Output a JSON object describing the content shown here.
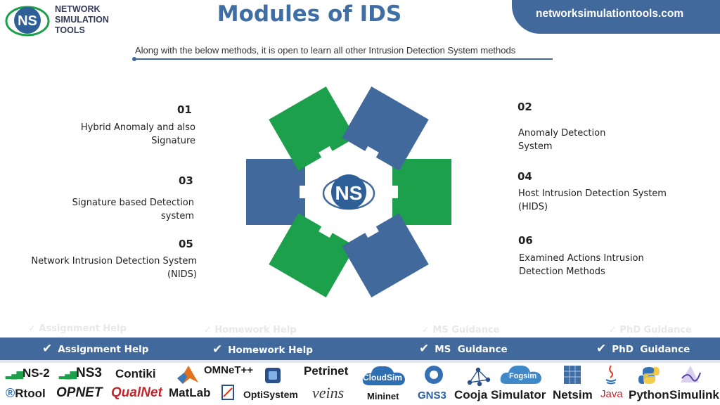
{
  "brand": {
    "logo_mark": "NS",
    "logo_lines": [
      "NETWORK",
      "SIMULATION",
      "TOOLS"
    ],
    "website": "networksimulationtools.com"
  },
  "header": {
    "title": "Modules of IDS",
    "subtitle": "Along with the below methods, it is open to learn all other Intrusion Detection System methods"
  },
  "center_logo": "NS",
  "colors": {
    "blue": "#41699b",
    "green": "#1da04b",
    "title_blue": "#3f6ea5"
  },
  "modules": [
    {
      "num": "01",
      "lines": [
        "Hybrid Anomaly and also",
        "Signature"
      ]
    },
    {
      "num": "02",
      "lines": [
        "Anomaly Detection",
        "System"
      ]
    },
    {
      "num": "03",
      "lines": [
        "Signature based Detection",
        "system"
      ]
    },
    {
      "num": "04",
      "lines": [
        "Host Intrusion Detection System",
        "(HIDS)"
      ]
    },
    {
      "num": "05",
      "lines": [
        "Network Intrusion Detection System",
        "(NIDS)"
      ]
    },
    {
      "num": "06",
      "lines": [
        "Examined Actions Intrusion",
        "Detection Methods"
      ]
    }
  ],
  "services": [
    "Assignment Help",
    "Homework Help",
    "MS  Guidance",
    "PhD  Guidance"
  ],
  "tools": [
    "NS-2",
    "NS3",
    "Contiki",
    "OMNeT++",
    "Petrinet",
    "CloudSim",
    "Fogsim",
    "Rtool",
    "OPNET",
    "QualNet",
    "MatLab",
    "OptiSystem",
    "veins",
    "Mininet",
    "GNS3",
    "Cooja Simulator",
    "Netsim",
    "Java",
    "Python",
    "Simulink"
  ]
}
